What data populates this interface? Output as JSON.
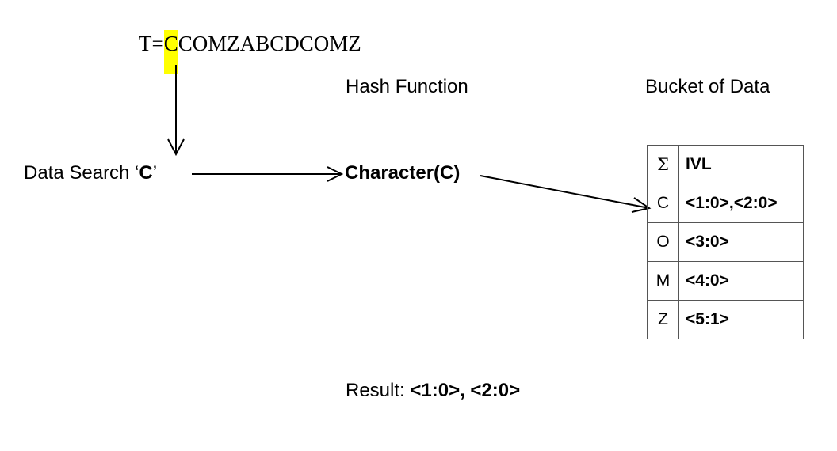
{
  "text_string": {
    "prefix": "T=",
    "highlighted": "C",
    "rest": "COMZABCDCOMZ",
    "highlight_color": "#ffff00"
  },
  "hash_function_title": "Hash Function",
  "bucket_title": "Bucket of Data",
  "search": {
    "label": "Data Search ‘",
    "char": "C",
    "close": "’"
  },
  "hash_call": "Character(C)",
  "table": {
    "header": {
      "key": "Σ",
      "value": "IVL"
    },
    "rows": [
      {
        "key": "C",
        "value": "<1:0>,<2:0>"
      },
      {
        "key": "O",
        "value": "<3:0>"
      },
      {
        "key": "M",
        "value": "<4:0>"
      },
      {
        "key": "Z",
        "value": "<5:1>"
      }
    ]
  },
  "result": {
    "label": "Result: ",
    "value": "<1:0>, <2:0>"
  }
}
